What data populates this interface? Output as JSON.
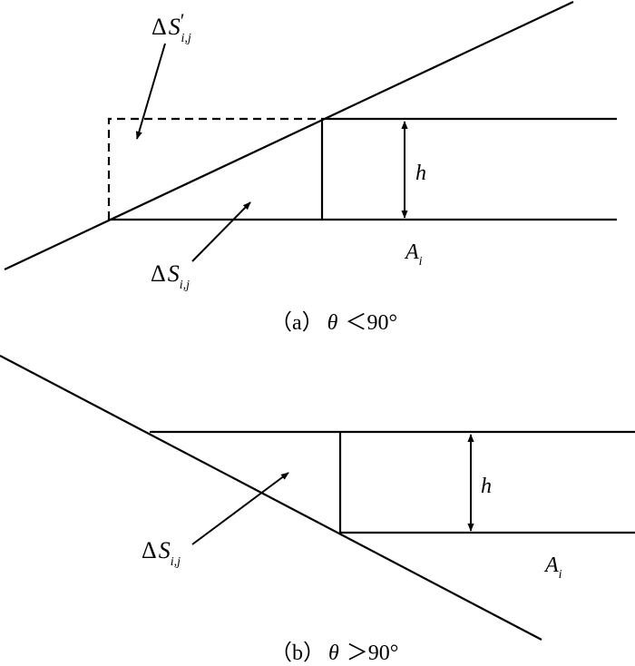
{
  "panel_a": {
    "caption": {
      "prefix": "（a）",
      "theta": "θ",
      "relation": "＜90°"
    },
    "label_ds_prime": {
      "delta": "Δ",
      "symbol": "S",
      "prime": "′",
      "subscript": "i,j"
    },
    "label_ds": {
      "delta": "Δ",
      "symbol": "S",
      "subscript": "i,j"
    },
    "label_h": "h",
    "label_a": {
      "symbol": "A",
      "subscript": "i"
    }
  },
  "panel_b": {
    "caption": {
      "prefix": "（b）",
      "theta": "θ",
      "relation": "＞90°"
    },
    "label_ds": {
      "delta": "Δ",
      "symbol": "S",
      "subscript": "i,j"
    },
    "label_h": "h",
    "label_a": {
      "symbol": "A",
      "subscript": "i"
    }
  },
  "colors": {
    "stroke": "#000000",
    "background": "#ffffff"
  }
}
